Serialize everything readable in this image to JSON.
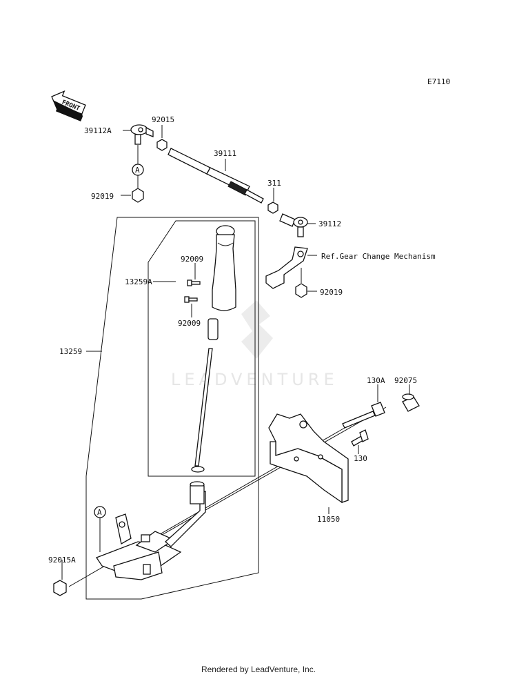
{
  "diagram_code": "E7110",
  "front_label": "FRONT",
  "ref_marker": "A",
  "watermark": "LEADVENTURE",
  "reference_note": "Ref.Gear Change Mechanism",
  "parts": {
    "p39112A": "39112A",
    "p92015": "92015",
    "p92019_top": "92019",
    "p39111": "39111",
    "p311": "311",
    "p39112": "39112",
    "p92019_right": "92019",
    "p92009_top": "92009",
    "p13259A": "13259A",
    "p92009_bottom": "92009",
    "p13259": "13259",
    "p130A": "130A",
    "p92075": "92075",
    "p130": "130",
    "p11050": "11050",
    "p92015A": "92015A"
  },
  "footer": "Rendered by LeadVenture, Inc."
}
